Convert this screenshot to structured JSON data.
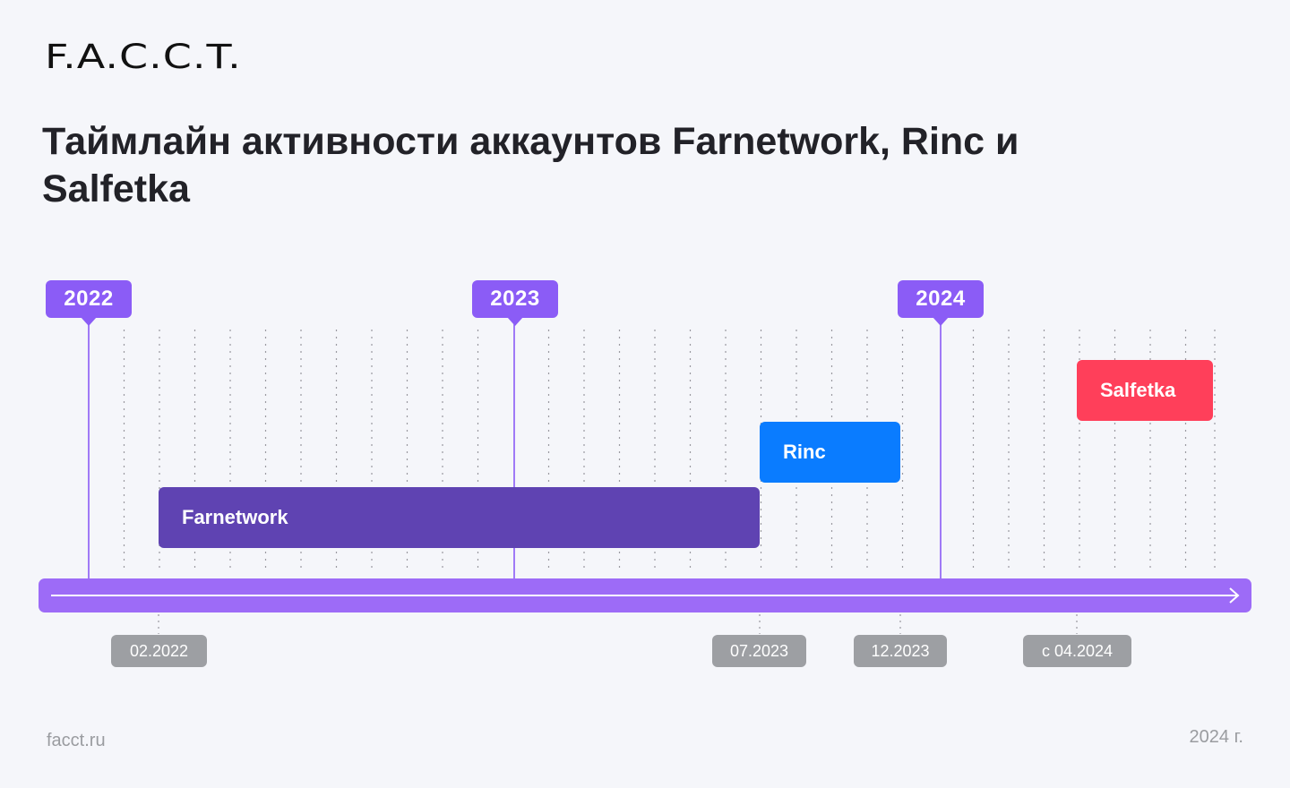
{
  "logo": "F.A.C.C.T.",
  "title": "Таймлайн активности аккаунтов Farnetwork, Rinc и Salfetka",
  "years": [
    "2022",
    "2023",
    "2024"
  ],
  "accounts": [
    {
      "name": "Farnetwork",
      "start": "02.2022",
      "end": "07.2023",
      "color": "#5f43b2"
    },
    {
      "name": "Rinc",
      "start": "07.2023",
      "end": "12.2023",
      "color": "#0a7cff"
    },
    {
      "name": "Salfetka",
      "start": "04.2024",
      "end": null,
      "color": "#ff3f5a"
    }
  ],
  "date_labels": [
    "02.2022",
    "07.2023",
    "12.2023",
    "с 04.2024"
  ],
  "footer": {
    "site": "facct.ru",
    "year": "2024 г."
  },
  "colors": {
    "accent": "#8b5cf6",
    "axis": "#9d6bf7",
    "date_badge": "#9d9fa3",
    "background": "#f5f6fa"
  }
}
